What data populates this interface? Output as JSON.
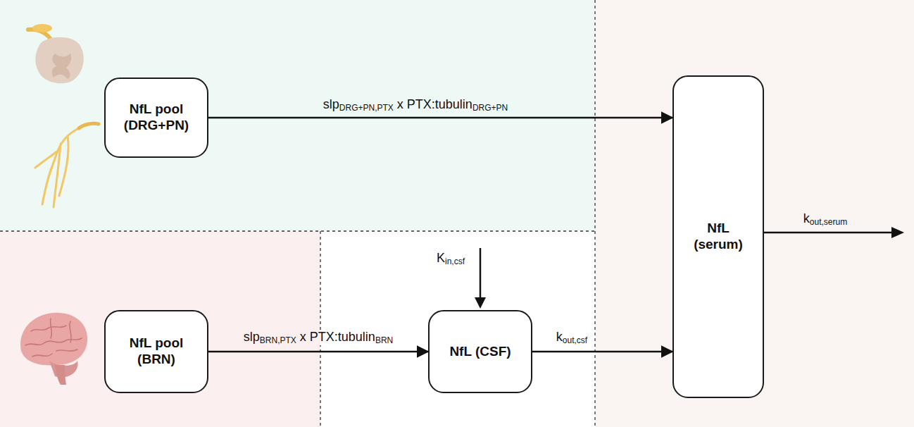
{
  "diagram": {
    "nodes": [
      {
        "text": [
          "NfL pool (DRG+PN)"
        ]
      },
      {
        "text": [
          "NfL pool (BRN)"
        ]
      },
      {
        "text": [
          "NfL (CSF)"
        ]
      },
      {
        "text": [
          "NfL (serum)"
        ]
      }
    ],
    "edges": [
      {
        "from": 0,
        "to": 3,
        "arrow": "to",
        "label": "slpDRG+PN,PTX x PTX:tubulinDRG+PN"
      },
      {
        "from": 1,
        "to": 2,
        "arrow": "to",
        "label": "slpBRN,PTX x PTX:tubulinBRN"
      },
      {
        "from": 2,
        "to": 3,
        "arrow": "to",
        "label": "kout,csf"
      }
    ],
    "labels": [
      "Kin,csf",
      "kout,serum"
    ]
  }
}
